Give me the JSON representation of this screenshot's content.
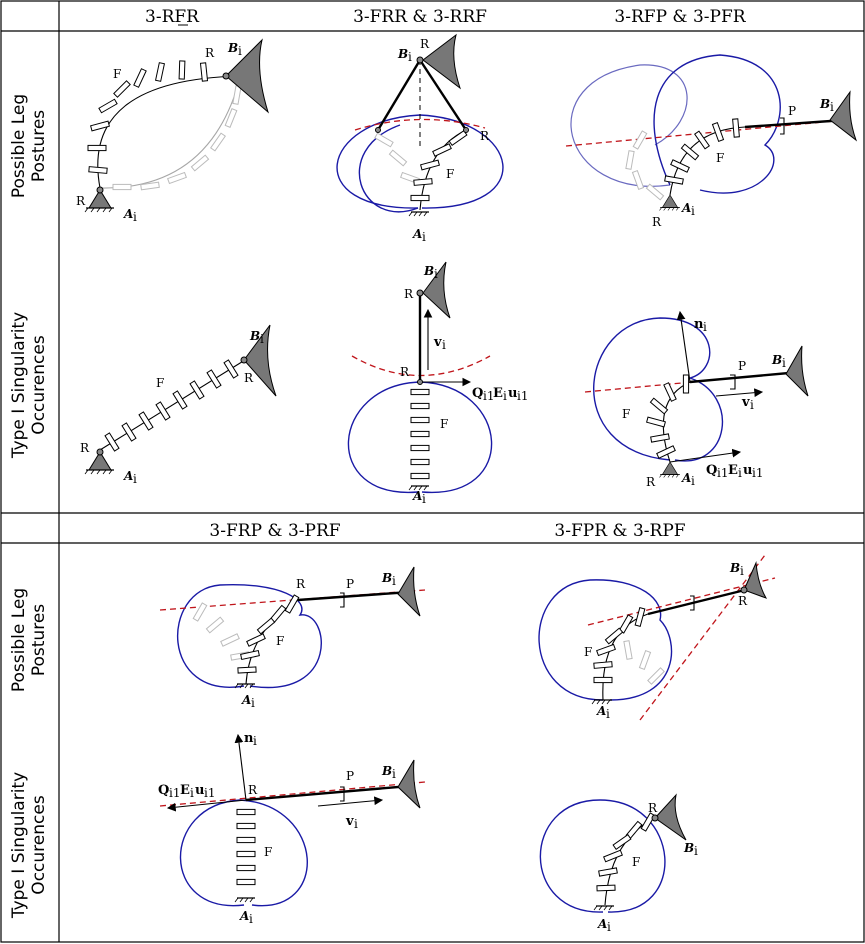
{
  "columns_top": [
    "3-RFR",
    "3-FRR & 3-RRF",
    "3-RFP & 3-PFR"
  ],
  "columns_bottom": [
    "3-FRP & 3-PRF",
    "3-FPR & 3-RPF"
  ],
  "row_labels": {
    "postures_line1": "Possible Leg",
    "postures_line2": "Postures",
    "singular_line1": "Type I Singularity",
    "singular_line2": "Occurences"
  },
  "labels": {
    "R": "R",
    "F": "F",
    "P": "P",
    "A": "A",
    "B": "B",
    "sub_i": "i",
    "v": "v",
    "n": "n",
    "Q": "Q",
    "E": "E",
    "u": "u",
    "sub_i1": "i1"
  },
  "colors": {
    "workspace": "#1a1aa6",
    "singular_line": "#c0151b",
    "base": "#777777"
  }
}
